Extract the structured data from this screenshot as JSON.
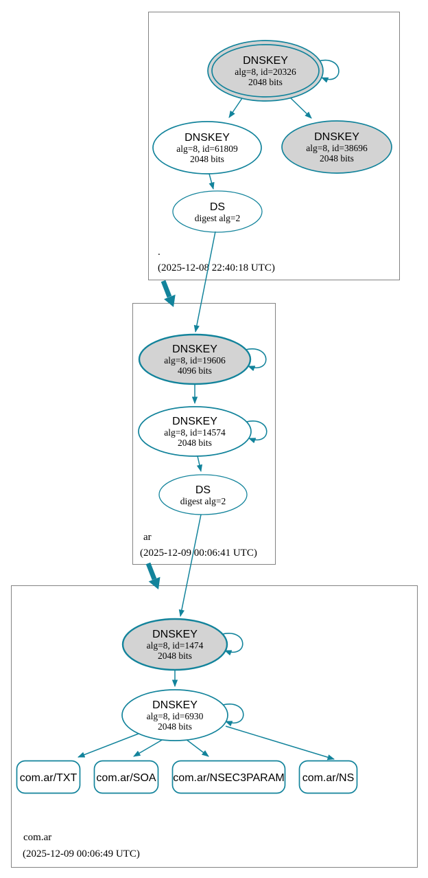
{
  "colors": {
    "secure_edge_teal": "#12839b",
    "key_fill_gray": "#d3d3d3",
    "zone_border_gray": "#828282",
    "background": "#ffffff",
    "text": "#000000"
  },
  "zones": [
    {
      "name": ".",
      "timestamp": "(2025-12-08 22:40:18 UTC)",
      "nodes": {
        "ksk": {
          "type": "DNSKEY",
          "detail": "alg=8, id=20326",
          "bits": "2048 bits"
        },
        "zsk": {
          "type": "DNSKEY",
          "detail": "alg=8, id=61809",
          "bits": "2048 bits"
        },
        "key2": {
          "type": "DNSKEY",
          "detail": "alg=8, id=38696",
          "bits": "2048 bits"
        },
        "ds": {
          "type": "DS",
          "detail": "digest alg=2"
        }
      }
    },
    {
      "name": "ar",
      "timestamp": "(2025-12-09 00:06:41 UTC)",
      "nodes": {
        "ksk": {
          "type": "DNSKEY",
          "detail": "alg=8, id=19606",
          "bits": "4096 bits"
        },
        "zsk": {
          "type": "DNSKEY",
          "detail": "alg=8, id=14574",
          "bits": "2048 bits"
        },
        "ds": {
          "type": "DS",
          "detail": "digest alg=2"
        }
      }
    },
    {
      "name": "com.ar",
      "timestamp": "(2025-12-09 00:06:49 UTC)",
      "nodes": {
        "ksk": {
          "type": "DNSKEY",
          "detail": "alg=8, id=1474",
          "bits": "2048 bits"
        },
        "zsk": {
          "type": "DNSKEY",
          "detail": "alg=8, id=6930",
          "bits": "2048 bits"
        }
      },
      "rrsets": [
        {
          "label": "com.ar/TXT"
        },
        {
          "label": "com.ar/SOA"
        },
        {
          "label": "com.ar/NSEC3PARAM"
        },
        {
          "label": "com.ar/NS"
        }
      ]
    }
  ]
}
